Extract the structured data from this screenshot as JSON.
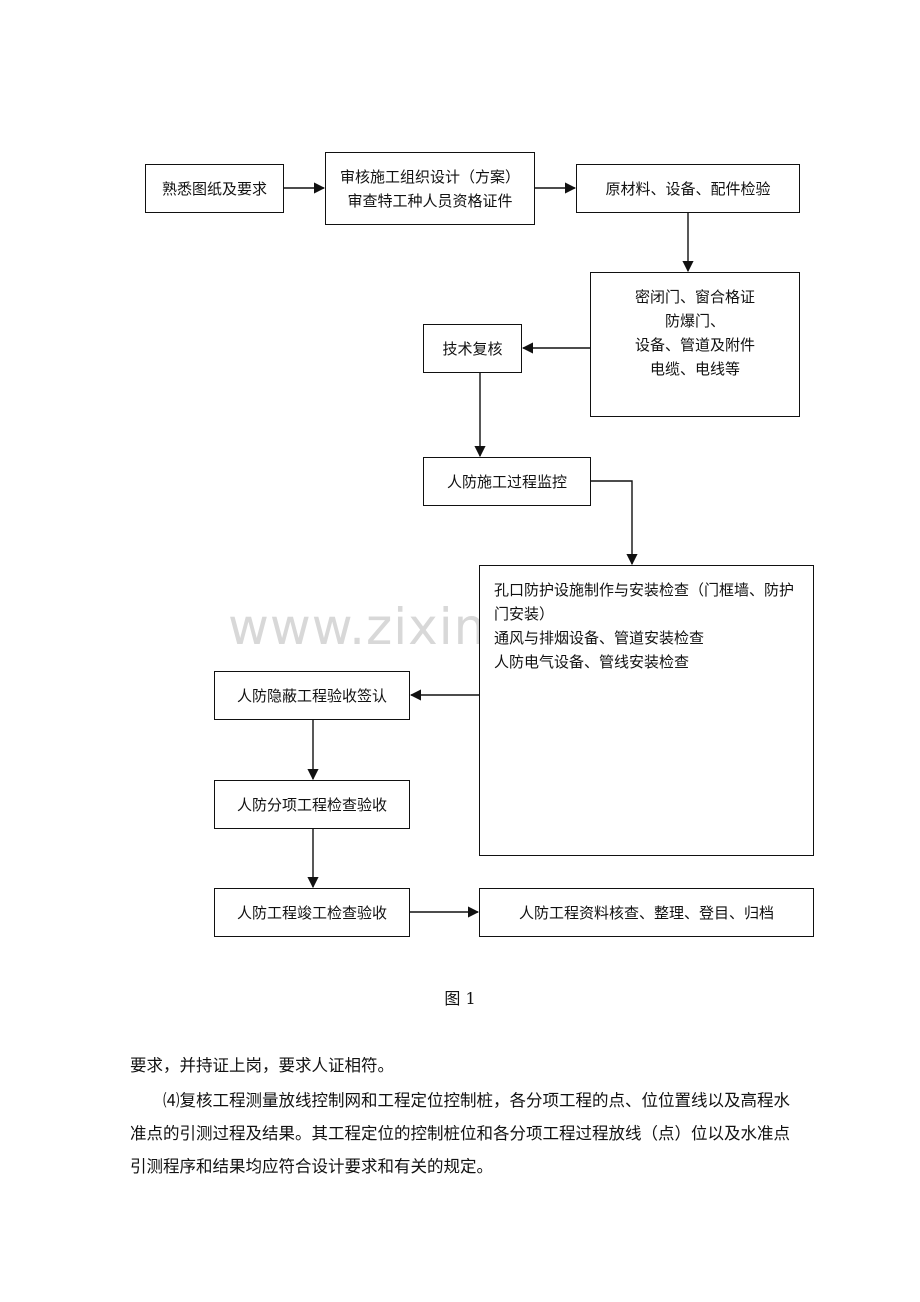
{
  "diagram": {
    "nodes": {
      "familiarize": "熟悉图纸及要求",
      "review_line1": "审核施工组织设计（方案）",
      "review_line2": "审查特工种人员资格证件",
      "materials": "原材料、设备、配件检验",
      "certs": [
        "密闭门、窗合格证",
        "防爆门、",
        "设备、管道及附件",
        "电缆、电线等"
      ],
      "tech_review": "技术复核",
      "process_monitor": "人防施工过程监控",
      "inspections": [
        "孔口防护设施制作与安装检查（门框墙、防护门安装）",
        "通风与排烟设备、管道安装检查",
        "人防电气设备、管线安装检查"
      ],
      "concealed": "人防隐蔽工程验收签认",
      "sub_item": "人防分项工程检查验收",
      "completion": "人防工程竣工检查验收",
      "archive": "人防工程资料核查、整理、登目、归档"
    },
    "edges": [
      [
        "familiarize",
        "review"
      ],
      [
        "review",
        "materials"
      ],
      [
        "materials",
        "certs"
      ],
      [
        "certs",
        "tech_review"
      ],
      [
        "tech_review",
        "process_monitor"
      ],
      [
        "process_monitor",
        "inspections"
      ],
      [
        "inspections",
        "concealed"
      ],
      [
        "concealed",
        "sub_item"
      ],
      [
        "sub_item",
        "completion"
      ],
      [
        "completion",
        "archive"
      ]
    ]
  },
  "watermark": "www.zixin.com.cn",
  "caption": "图 1",
  "text": {
    "line1": "要求，并持证上岗，要求人证相符。",
    "para2": "⑷复核工程测量放线控制网和工程定位控制桩，各分项工程的点、位位置线以及高程水准点的引测过程及结果。其工程定位的控制桩位和各分项工程过程放线（点）位以及水准点引测程序和结果均应符合设计要求和有关的规定。"
  }
}
